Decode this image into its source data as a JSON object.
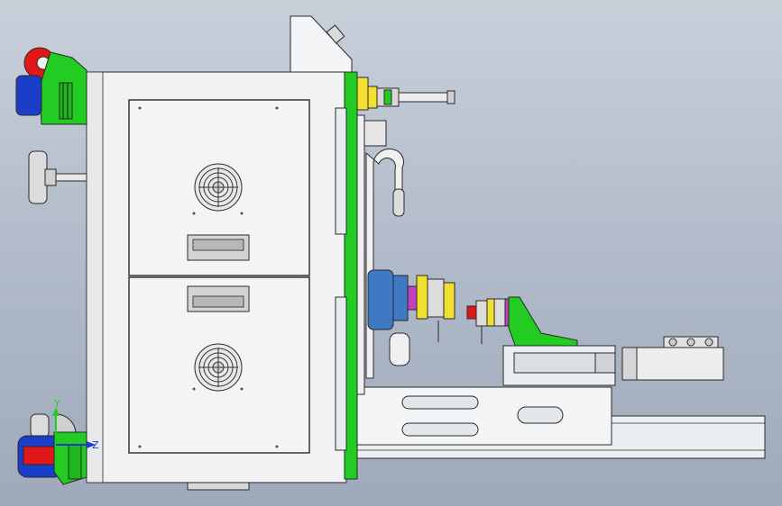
{
  "viewport": {
    "background_top": "#c9d0da",
    "background_bottom": "#9ea9bb"
  },
  "colors": {
    "frame_green": "#22cc22",
    "motor_blue": "#1a3ec8",
    "caster_red": "#e01818",
    "plate_yellow": "#f2e030",
    "plate_magenta": "#c040c0",
    "cabinet_fill": "#f2f2f2",
    "outline": "#2a2a2a"
  },
  "triad": {
    "y_label": "Y",
    "z_label": "Z",
    "y_color": "#22cc22",
    "z_color": "#1a3ec8"
  },
  "icons": {
    "cabinet_fans": "fan-grille",
    "cabinet_handles": "drawer-handle",
    "casters": "caster-wheel"
  }
}
